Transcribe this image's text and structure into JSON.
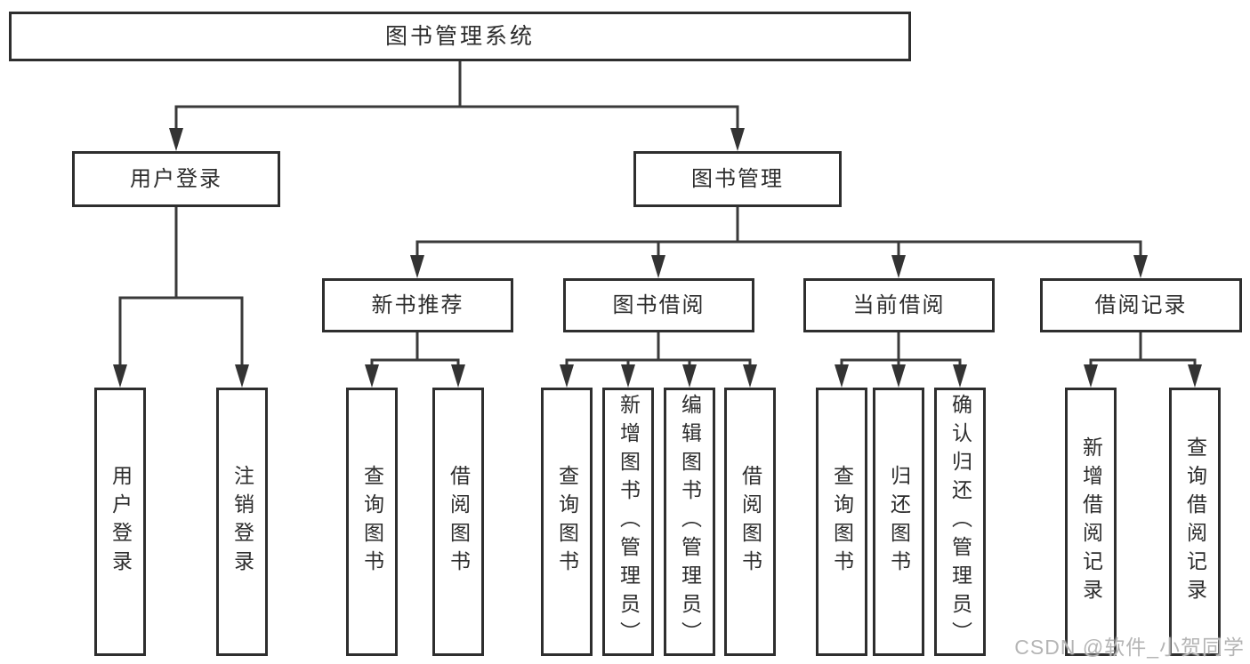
{
  "tree": {
    "root": {
      "label": "图书管理系统",
      "children": [
        {
          "label": "用户登录",
          "children": [
            {
              "label": "用户登录"
            },
            {
              "label": "注销登录"
            }
          ]
        },
        {
          "label": "图书管理",
          "children": [
            {
              "label": "新书推荐",
              "children": [
                {
                  "label": "查询图书"
                },
                {
                  "label": "借阅图书"
                }
              ]
            },
            {
              "label": "图书借阅",
              "children": [
                {
                  "label": "查询图书"
                },
                {
                  "label": "新增图书（管理员）"
                },
                {
                  "label": "编辑图书（管理员）"
                },
                {
                  "label": "借阅图书"
                }
              ]
            },
            {
              "label": "当前借阅",
              "children": [
                {
                  "label": "查询图书"
                },
                {
                  "label": "归还图书"
                },
                {
                  "label": "确认归还（管理员）"
                }
              ]
            },
            {
              "label": "借阅记录",
              "children": [
                {
                  "label": "新增借阅记录"
                },
                {
                  "label": "查询借阅记录"
                }
              ]
            }
          ]
        }
      ]
    }
  },
  "watermark": {
    "text": "CSDN @软件_小贺同学"
  },
  "colors": {
    "line": "#3a3a3a",
    "box_border": "#2e2e2e",
    "box_fill": "#ffffff",
    "text": "#2d2d2d",
    "watermark": "#b5b5b5",
    "background": "#ffffff"
  }
}
